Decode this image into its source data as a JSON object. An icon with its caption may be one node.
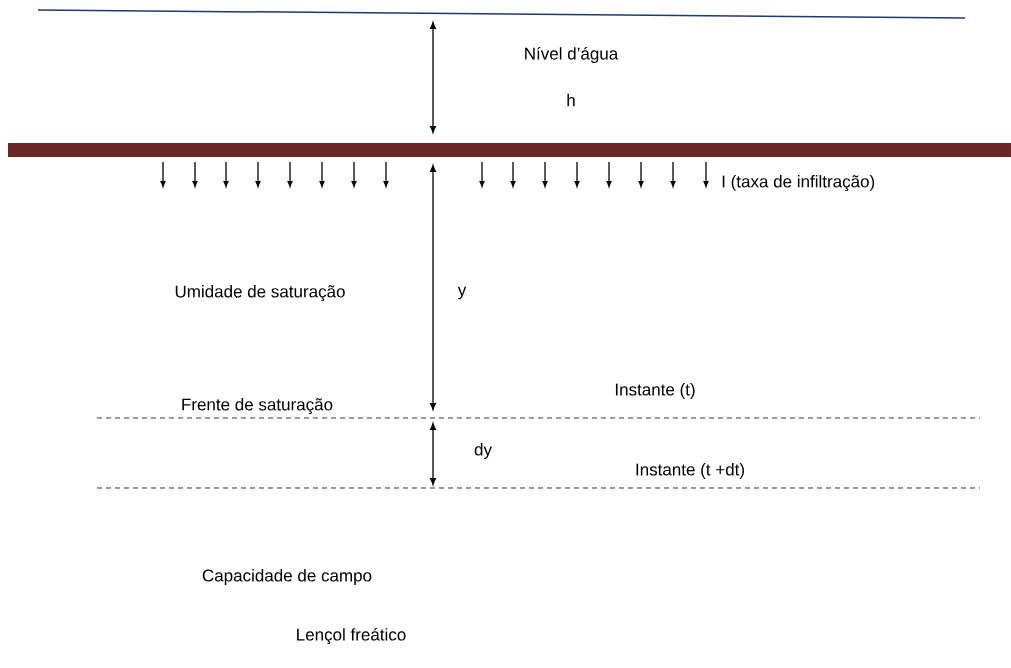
{
  "diagram": {
    "labels": [
      "Nível d’água",
      "h",
      "I (taxa de infiltração)",
      "Umidade de saturação",
      "y",
      "Frente de saturação",
      "Instante (t)",
      "dy",
      "Instante (t +dt)",
      "Capacidade de campo",
      "Lençol freático"
    ]
  }
}
